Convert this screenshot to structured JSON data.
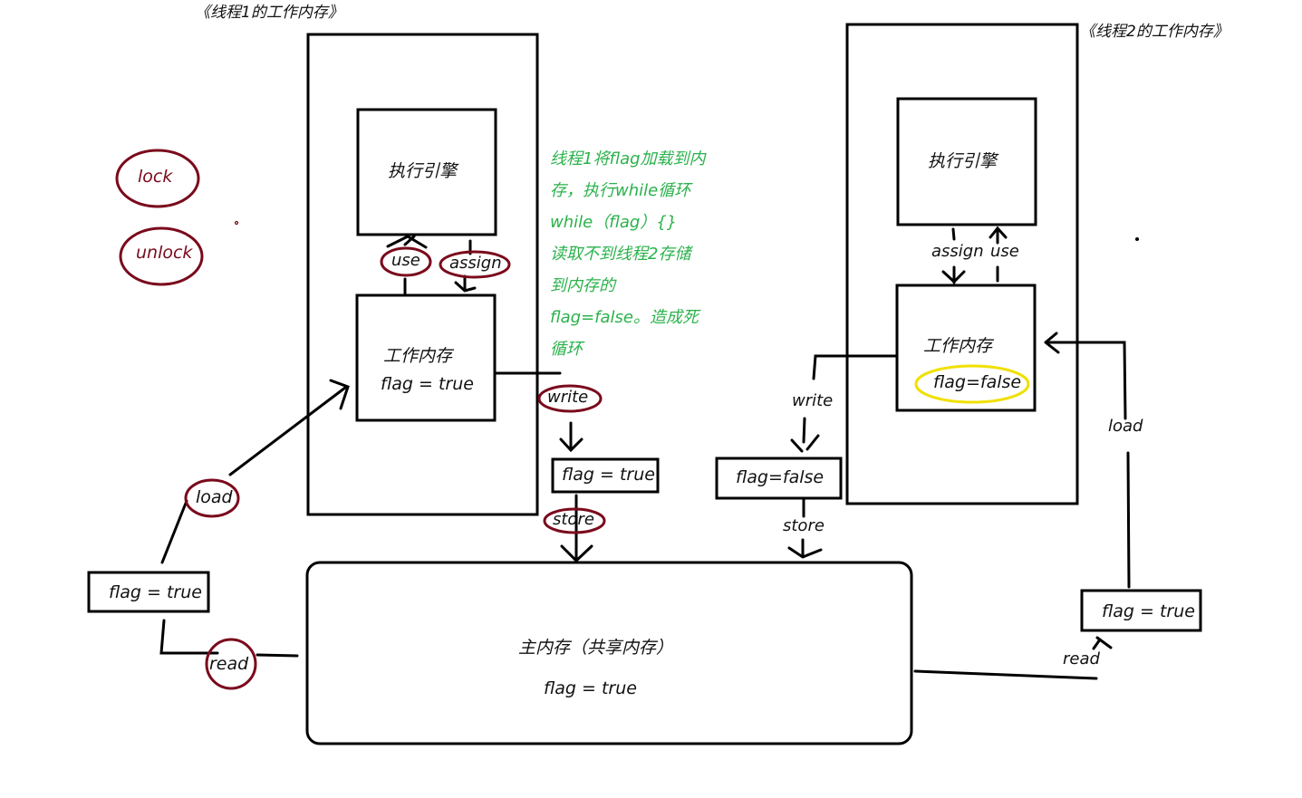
{
  "thread1": {
    "title": "《线程1的工作内存》",
    "engine_label": "执行引擎",
    "working_memory_label": "工作内存",
    "working_memory_value": "flag = true",
    "use_label": "use",
    "assign_label": "assign"
  },
  "thread2": {
    "title": "《线程2的工作内存》",
    "engine_label": "执行引擎",
    "working_memory_label": "工作内存",
    "working_memory_value": "flag=false",
    "assign_label": "assign",
    "use_label": "use"
  },
  "main_memory": {
    "label": "主内存（共享内存）",
    "value": "flag = true"
  },
  "legend": {
    "lock": "lock",
    "unlock": "unlock"
  },
  "left_flow": {
    "box_value": "flag = true",
    "read_label": "read",
    "load_label": "load"
  },
  "middle_flow": {
    "write_label": "write",
    "box_value": "flag = true",
    "store_label": "store"
  },
  "thread2_write_flow": {
    "write_label": "write",
    "box_value": "flag=false",
    "store_label": "store"
  },
  "right_flow": {
    "box_value": "flag = true",
    "read_label": "read",
    "load_label": "load"
  },
  "note": {
    "lines": [
      "线程1将flag加载到内",
      "存，执行while循环",
      "while（flag）{}",
      "读取不到线程2存储",
      "到内存的",
      "flag=false。造成死",
      "循环"
    ]
  },
  "colors": {
    "outline": "#000000",
    "oval": "#7a0a1c",
    "highlight": "#f0e000",
    "note_text": "#2bb24c"
  }
}
